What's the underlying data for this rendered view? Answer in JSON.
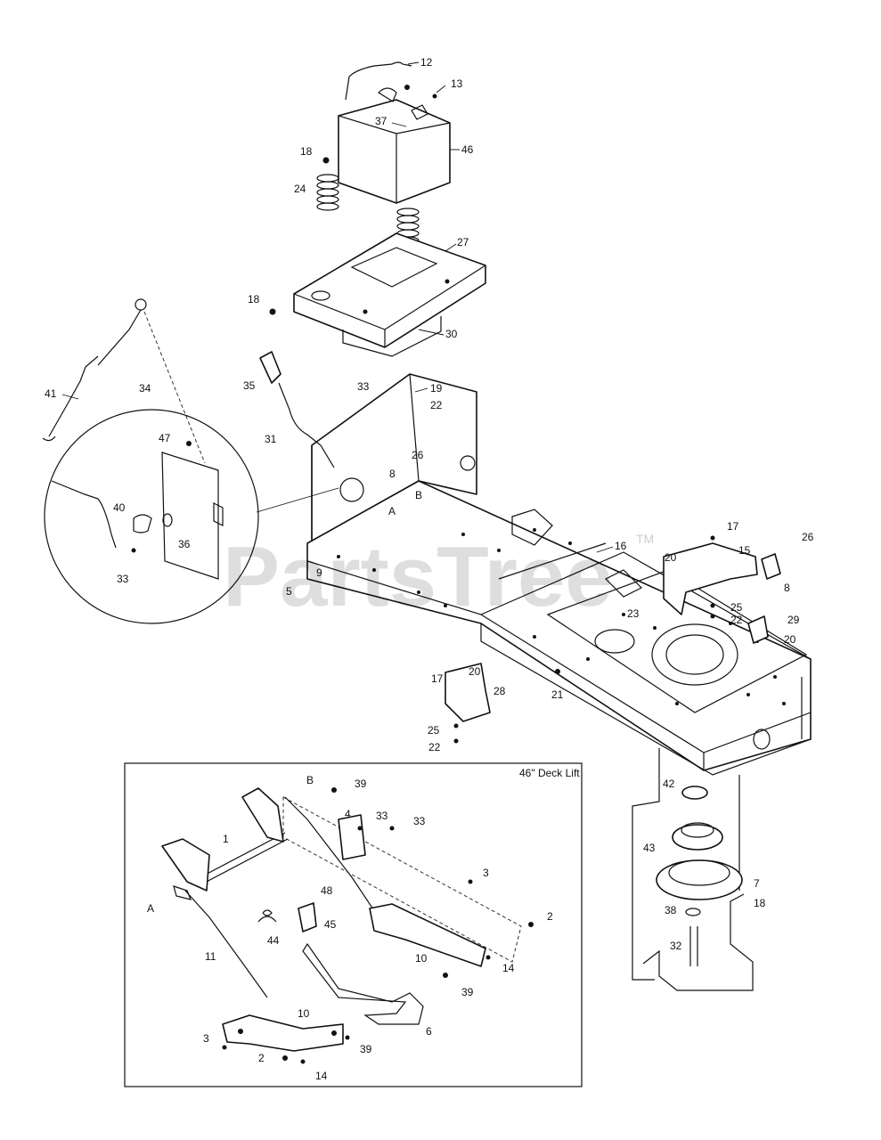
{
  "watermark": "PartsTree",
  "watermark_tm": "TM",
  "inset_title": "46\" Deck Lift",
  "callouts": {
    "c12": "12",
    "c13": "13",
    "c37": "37",
    "c46": "46",
    "c18a": "18",
    "c24": "24",
    "c27": "27",
    "c18b": "18",
    "c30": "30",
    "c34": "34",
    "c41": "41",
    "c35": "35",
    "c33a": "33",
    "c19": "19",
    "c22a": "22",
    "c31": "31",
    "c47": "47",
    "c26a": "26",
    "c8a": "8",
    "cBa": "B",
    "cAa": "A",
    "c40": "40",
    "c36": "36",
    "c33b": "33",
    "c9": "9",
    "c5": "5",
    "c16": "16",
    "c17a": "17",
    "c15": "15",
    "c26b": "26",
    "c20a": "20",
    "c8b": "8",
    "c25a": "25",
    "c22b": "22",
    "c23": "23",
    "c29": "29",
    "c20b": "20",
    "c17b": "17",
    "c20c": "20",
    "c28": "28",
    "c25b": "25",
    "c22c": "22",
    "c21": "21",
    "c42": "42",
    "c43": "43",
    "c7": "7",
    "c18c": "18",
    "c38": "38",
    "c32": "32",
    "cBb": "B",
    "c39a": "39",
    "c1": "1",
    "c4": "4",
    "c33c": "33",
    "c33d": "33",
    "cAb": "A",
    "c48": "48",
    "c3a": "3",
    "c44": "44",
    "c45": "45",
    "c2a": "2",
    "c11": "11",
    "c10a": "10",
    "c14a": "14",
    "c39b": "39",
    "c6": "6",
    "c10b": "10",
    "c3b": "3",
    "c39c": "39",
    "c2b": "2",
    "c14b": "14"
  }
}
